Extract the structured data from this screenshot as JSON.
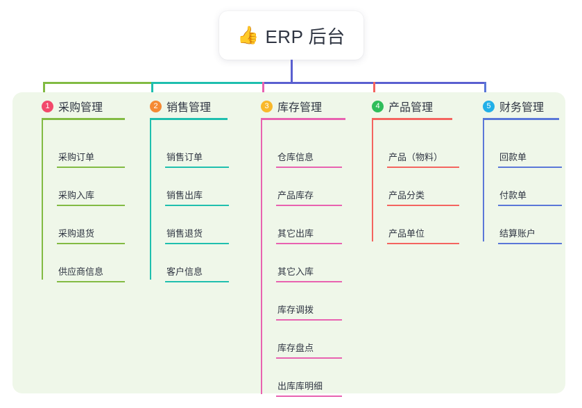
{
  "title": {
    "icon": "thumbs-up-emoji",
    "icon_glyph": "👍",
    "text": "ERP 后台"
  },
  "colors": {
    "panel_bg": "#eff7e9",
    "page_bg": "#ffffff",
    "text": "#2f3542",
    "trunk": "#5a5fd0",
    "bus_left_green": "#82bb43",
    "bus_mid_teal": "#1fbfae",
    "bus_right_indigo": "#5a5fd0"
  },
  "columns": [
    {
      "number": "1",
      "title": "采购管理",
      "badge_color": "#f2496b",
      "line_color": "#82bb43",
      "items": [
        "采购订单",
        "采购入库",
        "采购退货",
        "供应商信息"
      ]
    },
    {
      "number": "2",
      "title": "销售管理",
      "badge_color": "#f58a34",
      "line_color": "#1fbfae",
      "items": [
        "销售订单",
        "销售出库",
        "销售退货",
        "客户信息"
      ]
    },
    {
      "number": "3",
      "title": "库存管理",
      "badge_color": "#f9b82b",
      "line_color": "#e862b0",
      "items": [
        "仓库信息",
        "产品库存",
        "其它出库",
        "其它入库",
        "库存调拨",
        "库存盘点",
        "出库库明细"
      ]
    },
    {
      "number": "4",
      "title": "产品管理",
      "badge_color": "#2fbd5a",
      "line_color": "#f4645f",
      "items": [
        "产品（物料）",
        "产品分类",
        "产品单位"
      ]
    },
    {
      "number": "5",
      "title": "财务管理",
      "badge_color": "#22b0e8",
      "line_color": "#5a77d8",
      "items": [
        "回款单",
        "付款单",
        "结算账户"
      ]
    }
  ]
}
